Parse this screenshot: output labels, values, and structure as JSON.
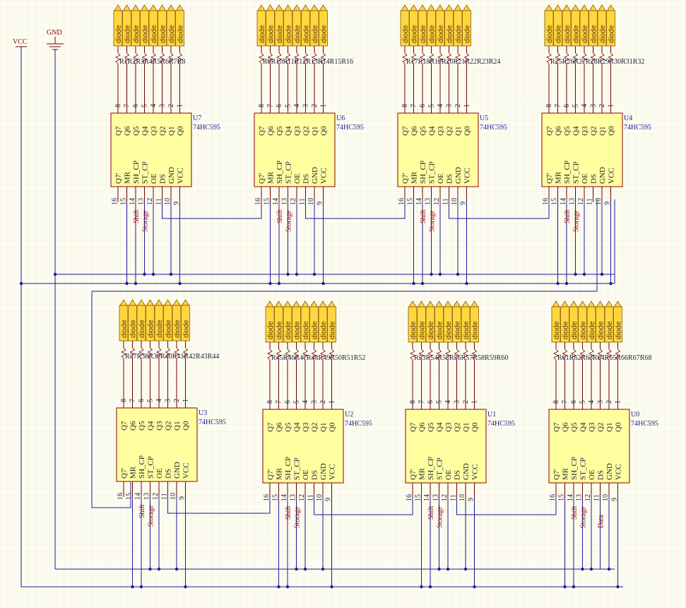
{
  "power": {
    "vcc_label": "VCC",
    "gnd_label": "GND"
  },
  "led_label": "diode",
  "top_pins": [
    "8",
    "7",
    "6",
    "5",
    "4",
    "3",
    "2",
    "1"
  ],
  "top_pin_names": [
    "Q7",
    "Q6",
    "Q5",
    "Q4",
    "Q3",
    "Q2",
    "Q1",
    "Q0"
  ],
  "bottom_pins": [
    "16",
    "15",
    "14",
    "13",
    "12",
    "11",
    "10",
    "9"
  ],
  "bottom_pin_names": [
    "Q7'",
    "MR",
    "SH_CP",
    "ST_CP",
    "OE",
    "DS",
    "GND",
    "VCC"
  ],
  "net_labels": {
    "shift": "Shift",
    "storage": "Storage",
    "data": "Data"
  },
  "chips": [
    {
      "ref": "U7",
      "part": "74HC595",
      "res": "R1R2R3R4R5R6R7R8",
      "net_shift": "Shift",
      "net_storage": "Storage",
      "net_data": ""
    },
    {
      "ref": "U6",
      "part": "74HC595",
      "res": "R9R10R11R12R13R14R15R16",
      "net_shift": "Shift",
      "net_storage": "Storage",
      "net_data": ""
    },
    {
      "ref": "U5",
      "part": "74HC595",
      "res": "R17R18R19R20R21R22R23R24",
      "net_shift": "Shift",
      "net_storage": "Storage",
      "net_data": ""
    },
    {
      "ref": "U4",
      "part": "74HC595",
      "res": "R25R26R27R28R29R30R31R32",
      "net_shift": "Shift",
      "net_storage": "Storage",
      "net_data": ""
    },
    {
      "ref": "U3",
      "part": "74HC595",
      "res": "R37R38R39R40R41R42R43R44",
      "net_shift": "Shift",
      "net_storage": "Storage",
      "net_data": ""
    },
    {
      "ref": "U2",
      "part": "74HC595",
      "res": "R45R46R47R48R49R50R51R52",
      "net_shift": "Shift",
      "net_storage": "Storage",
      "net_data": ""
    },
    {
      "ref": "U1",
      "part": "74HC595",
      "res": "R53R54R55R56R57R58R59R60",
      "net_shift": "Shift",
      "net_storage": "Storage",
      "net_data": ""
    },
    {
      "ref": "U0",
      "part": "74HC595",
      "res": "R61R62R63R64R65R66R67R68",
      "net_shift": "Shift",
      "net_storage": "Storage",
      "net_data": "Data"
    }
  ],
  "colors": {
    "wire": "#1a1aa0",
    "chip_fill": "#ffffa0",
    "led_fill": "#ffd640",
    "grid": "#e6e4d2"
  }
}
